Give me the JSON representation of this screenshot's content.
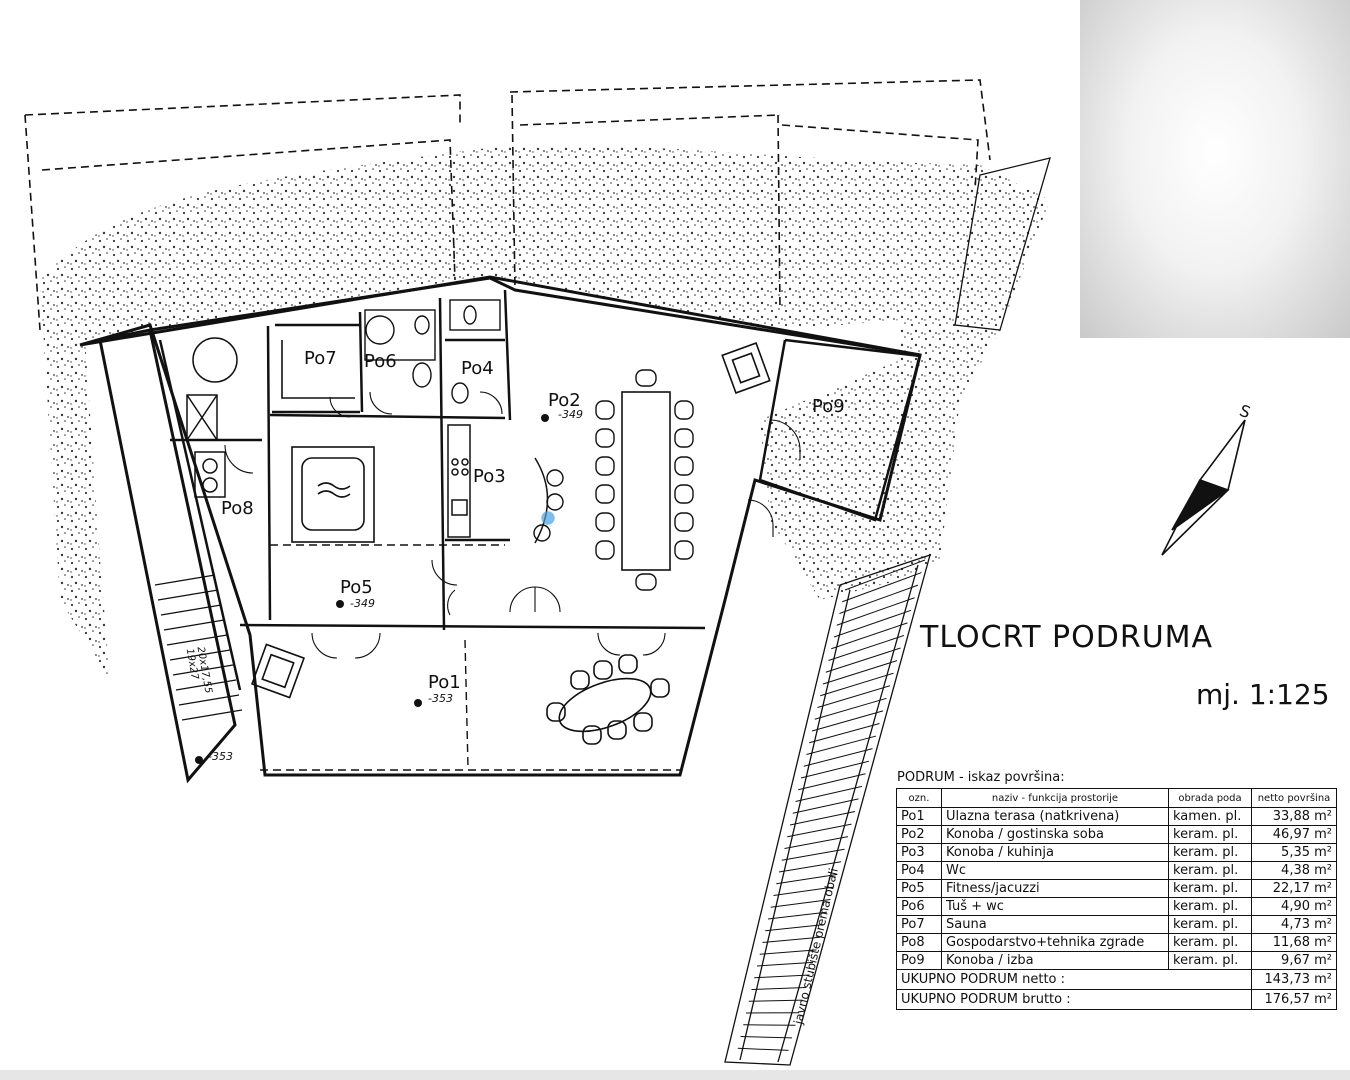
{
  "title": "TLOCRT PODRUMA",
  "scale": "mj. 1:125",
  "rooms": {
    "po1": "Po1",
    "po2": "Po2",
    "po3": "Po3",
    "po4": "Po4",
    "po5": "Po5",
    "po6": "Po6",
    "po7": "Po7",
    "po8": "Po8",
    "po9": "Po9"
  },
  "levels": {
    "po2": "-349",
    "po5": "-349",
    "po1": "-353",
    "entrance": "-353"
  },
  "stair_note": "20x17,55\n19x27",
  "path_note": "javno stubište prema obali",
  "table": {
    "caption": "PODRUM  - iskaz površina:",
    "headers": [
      "ozn.",
      "naziv - funkcija prostorije",
      "obrada poda",
      "netto površina"
    ],
    "rows": [
      [
        "Po1",
        "Ulazna terasa (natkrivena)",
        "kamen. pl.",
        "33,88 m²"
      ],
      [
        "Po2",
        "Konoba / gostinska soba",
        "keram. pl.",
        "46,97 m²"
      ],
      [
        "Po3",
        "Konoba / kuhinja",
        "keram. pl.",
        "5,35 m²"
      ],
      [
        "Po4",
        "Wc",
        "keram. pl.",
        "4,38 m²"
      ],
      [
        "Po5",
        "Fitness/jacuzzi",
        "keram. pl.",
        "22,17 m²"
      ],
      [
        "Po6",
        "Tuš + wc",
        "keram. pl.",
        "4,90 m²"
      ],
      [
        "Po7",
        "Sauna",
        "keram. pl.",
        "4,73 m²"
      ],
      [
        "Po8",
        "Gospodarstvo+tehnika zgrade",
        "keram. pl.",
        "11,68 m²"
      ],
      [
        "Po9",
        "Konoba / izba",
        "keram. pl.",
        "9,67 m²"
      ]
    ],
    "total_netto_label": "UKUPNO PODRUM netto :",
    "total_netto_value": "143,73 m²",
    "total_brutto_label": "UKUPNO PODRUM brutto :",
    "total_brutto_value": "176,57 m²"
  },
  "north_symbol": "S",
  "colors": {
    "line": "#111111",
    "accent": "#4aa3df"
  }
}
